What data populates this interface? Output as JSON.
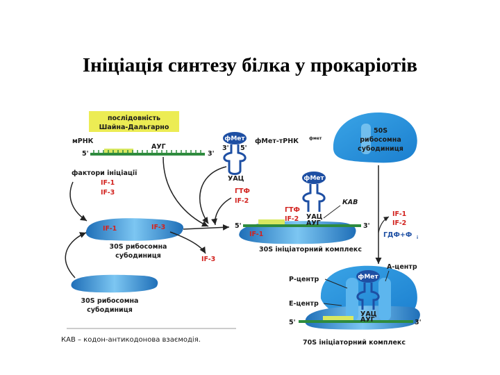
{
  "title": "Ініціація синтезу білка у прокаріотів",
  "shine_dalgarno": {
    "line1": "послідовність",
    "line2": "Шайна-Дальгарно"
  },
  "mrna": {
    "label": "мРНК",
    "five": "5'",
    "three": "3'",
    "aug": "АУГ"
  },
  "trna": {
    "met": "фМет",
    "label": "фМет-тРНК",
    "label_sup": "фмет",
    "end3": "3'",
    "end5": "5'",
    "anticodon": "УАЦ"
  },
  "factors": {
    "title": "фактори ініціації",
    "if1": "IF-1",
    "if3": "IF-3",
    "if2": "IF-2",
    "gtp": "ГТФ",
    "gdp": "ГДФ+Ф",
    "gdp_sub": "і"
  },
  "subunit_30s_free": {
    "line1": "30S рибосомна",
    "line2": "субодиниця"
  },
  "subunit_30s_bound": {
    "line1": "30S рибосомна",
    "line2": "субодиниця",
    "if1": "IF-1",
    "if3": "IF-3"
  },
  "subunit_50s": {
    "line1": "50S",
    "line2": "рибосомна",
    "line3": "субодиниця"
  },
  "complex_30s": {
    "caption": "30S ініціаторний комплекс",
    "kab": "КАВ",
    "gtp": "ГТФ",
    "if2": "IF-2",
    "if1": "IF-1",
    "uac": "УАЦ",
    "aug": "АУГ",
    "five": "5'",
    "three": "3'",
    "met": "фМет"
  },
  "complex_70s": {
    "caption": "70S ініціаторний комплекс",
    "a_site": "А-центр",
    "p_site": "Р-центр",
    "e_site": "Е-центр",
    "met": "фМет",
    "uac": "УАЦ",
    "aug": "АУГ",
    "five": "5'",
    "three": "3'"
  },
  "release": {
    "if1": "IF-1",
    "if2": "IF-2"
  },
  "footnote": "КАВ – кодон-антикодонова взаємодія.",
  "colors": {
    "mrna_green": "#2e8b3e",
    "sd_yellow": "#e8e84a",
    "ribo_blue": "#2b8fd6",
    "trna_blue": "#1e4fa3",
    "red_text": "#d2231f"
  }
}
